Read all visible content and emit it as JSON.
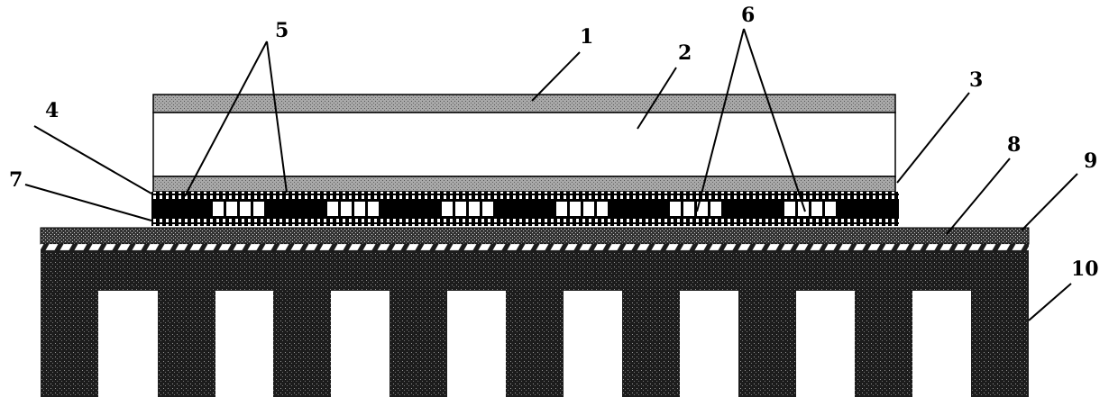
{
  "labels": {
    "l1": "1",
    "l2": "2",
    "l3": "3",
    "l4": "4",
    "l5": "5",
    "l6": "6",
    "l7": "7",
    "l8": "8",
    "l9": "9",
    "l10": "10"
  },
  "colors": {
    "gray_layer": "#9a9a9a",
    "dark_fill": "#1a1a1a",
    "line": "#000000"
  }
}
